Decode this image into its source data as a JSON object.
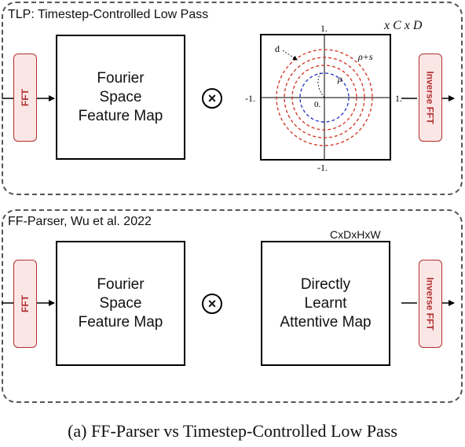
{
  "top_panel": {
    "title": "TLP: Timestep-Controlled Low Pass",
    "fft_label": "FFT",
    "feature_map": "Fourier\nSpace\nFeature Map",
    "multiply_symbol": "×",
    "dims": "x C x D",
    "axis": {
      "y_top": "1.",
      "y_bottom": "-1.",
      "x_left": "-1.",
      "x_right": "1.",
      "origin": "0."
    },
    "annotations": {
      "d": "d",
      "rho": "ρ",
      "rho_s": "ρ+s"
    },
    "inverse_fft_label": "Inverse FFT"
  },
  "bottom_panel": {
    "title": "FF-Parser, Wu et al. 2022",
    "fft_label": "FFT",
    "feature_map": "Fourier\nSpace\nFeature Map",
    "multiply_symbol": "×",
    "dims": "CxDxHxW",
    "attentive_map": "Directly\nLearnt\nAttentive Map",
    "inverse_fft_label": "Inverse FFT"
  },
  "caption": "(a) FF-Parser vs Timestep-Controlled Low Pass",
  "colors": {
    "fft_border": "#b03030",
    "fft_fill": "#fbe6e6",
    "outer_circles": "#d03020",
    "inner_circle": "#2030c0"
  }
}
